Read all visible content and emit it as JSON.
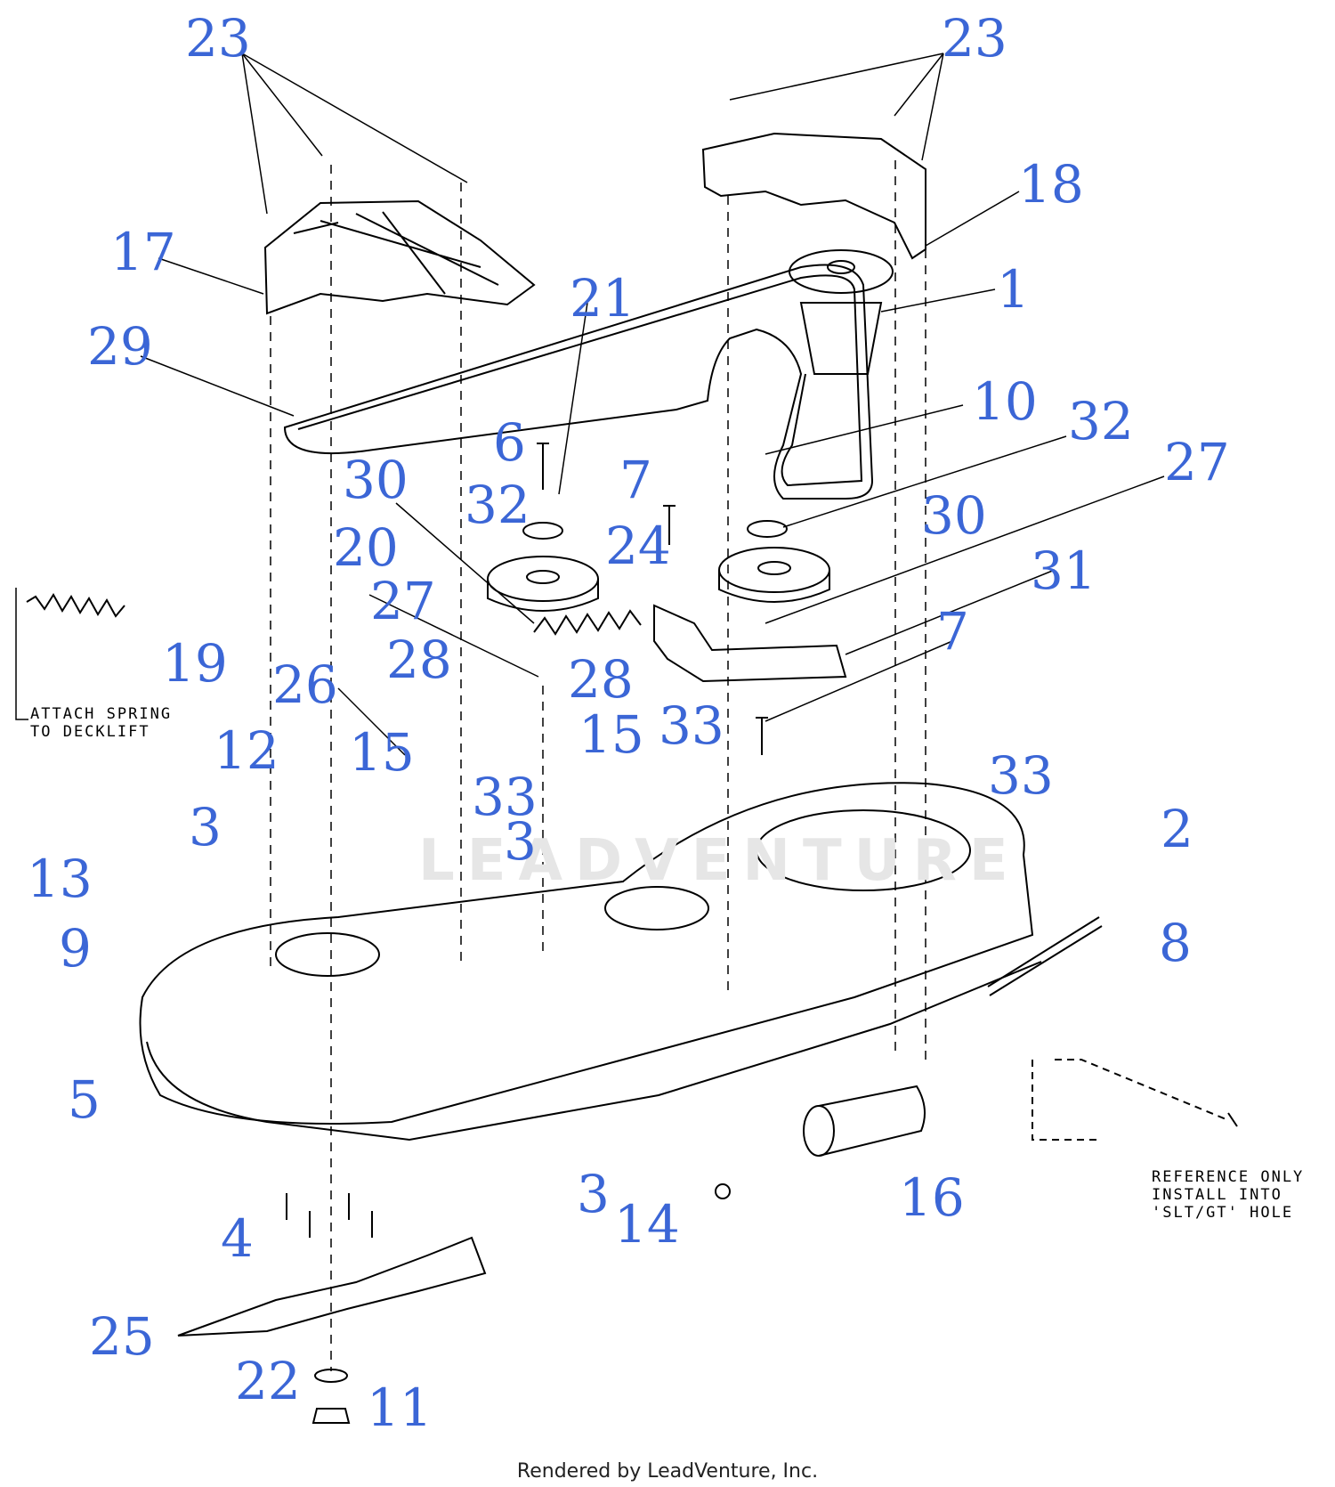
{
  "diagram": {
    "watermark": "LEADVENTURE",
    "credit": "Rendered by LeadVenture, Inc.",
    "callout_color": "#3b66d6",
    "callouts": [
      "23",
      "23",
      "17",
      "18",
      "1",
      "21",
      "29",
      "10",
      "32",
      "6",
      "27",
      "32",
      "7",
      "30",
      "30",
      "20",
      "24",
      "31",
      "27",
      "28",
      "19",
      "26",
      "28",
      "7",
      "15",
      "15",
      "33",
      "12",
      "33",
      "33",
      "3",
      "3",
      "13",
      "2",
      "9",
      "8",
      "5",
      "3",
      "16",
      "14",
      "4",
      "25",
      "22",
      "11"
    ],
    "notes": {
      "spring": "ATTACH SPRING\nTO DECKLIFT",
      "reference": "REFERENCE ONLY\nINSTALL INTO\n'SLT/GT' HOLE"
    }
  }
}
